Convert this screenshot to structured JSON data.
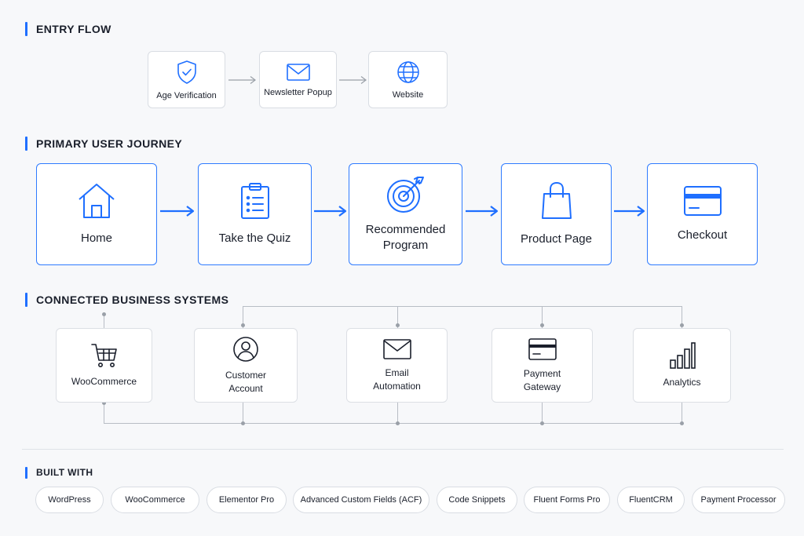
{
  "sections": {
    "entry_flow": "ENTRY FLOW",
    "primary_journey": "PRIMARY USER JOURNEY",
    "connected_systems": "CONNECTED BUSINESS SYSTEMS",
    "built_with": "BUILT WITH"
  },
  "entry_flow": [
    {
      "label": "Age Verification",
      "icon": "shield-check-icon"
    },
    {
      "label": "Newsletter Popup",
      "icon": "envelope-icon"
    },
    {
      "label": "Website",
      "icon": "globe-icon"
    }
  ],
  "journey": [
    {
      "label": "Home",
      "icon": "home-icon"
    },
    {
      "label": "Take the Quiz",
      "icon": "clipboard-list-icon"
    },
    {
      "label": "Recommended Program",
      "icon": "target-icon"
    },
    {
      "label": "Product Page",
      "icon": "shopping-bag-icon"
    },
    {
      "label": "Checkout",
      "icon": "credit-card-icon"
    }
  ],
  "systems": [
    {
      "label": "WooCommerce",
      "icon": "cart-icon"
    },
    {
      "label": "Customer Account",
      "icon": "user-circle-icon"
    },
    {
      "label": "Email Automation",
      "icon": "envelope-icon"
    },
    {
      "label": "Payment Gateway",
      "icon": "card-icon"
    },
    {
      "label": "Analytics",
      "icon": "bar-chart-icon"
    }
  ],
  "built_with": [
    "WordPress",
    "WooCommerce",
    "Elementor Pro",
    "Advanced Custom Fields (ACF)",
    "Code Snippets",
    "Fluent Forms Pro",
    "FluentCRM",
    "Payment Processor"
  ],
  "colors": {
    "accent": "#1f6fff",
    "text": "#1a1f2b",
    "border": "#d9dde3",
    "background": "#f7f8fa"
  }
}
